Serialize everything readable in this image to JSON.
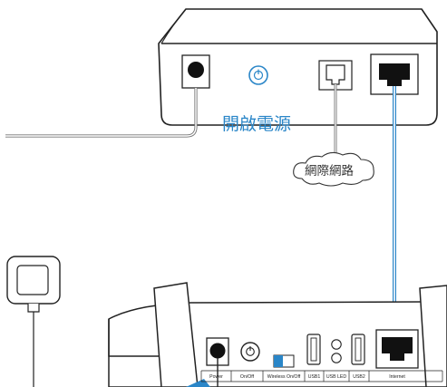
{
  "modem": {
    "power_label": "開啟電源"
  },
  "cloud": {
    "label": "網際網路"
  },
  "router": {
    "port_labels": [
      "Power",
      "On/Off",
      "Wireless On/Off",
      "USB1",
      "USB LED",
      "USB2",
      "Internet"
    ]
  },
  "colors": {
    "accent": "#2a86c8",
    "line": "#222222",
    "port": "#111111"
  }
}
